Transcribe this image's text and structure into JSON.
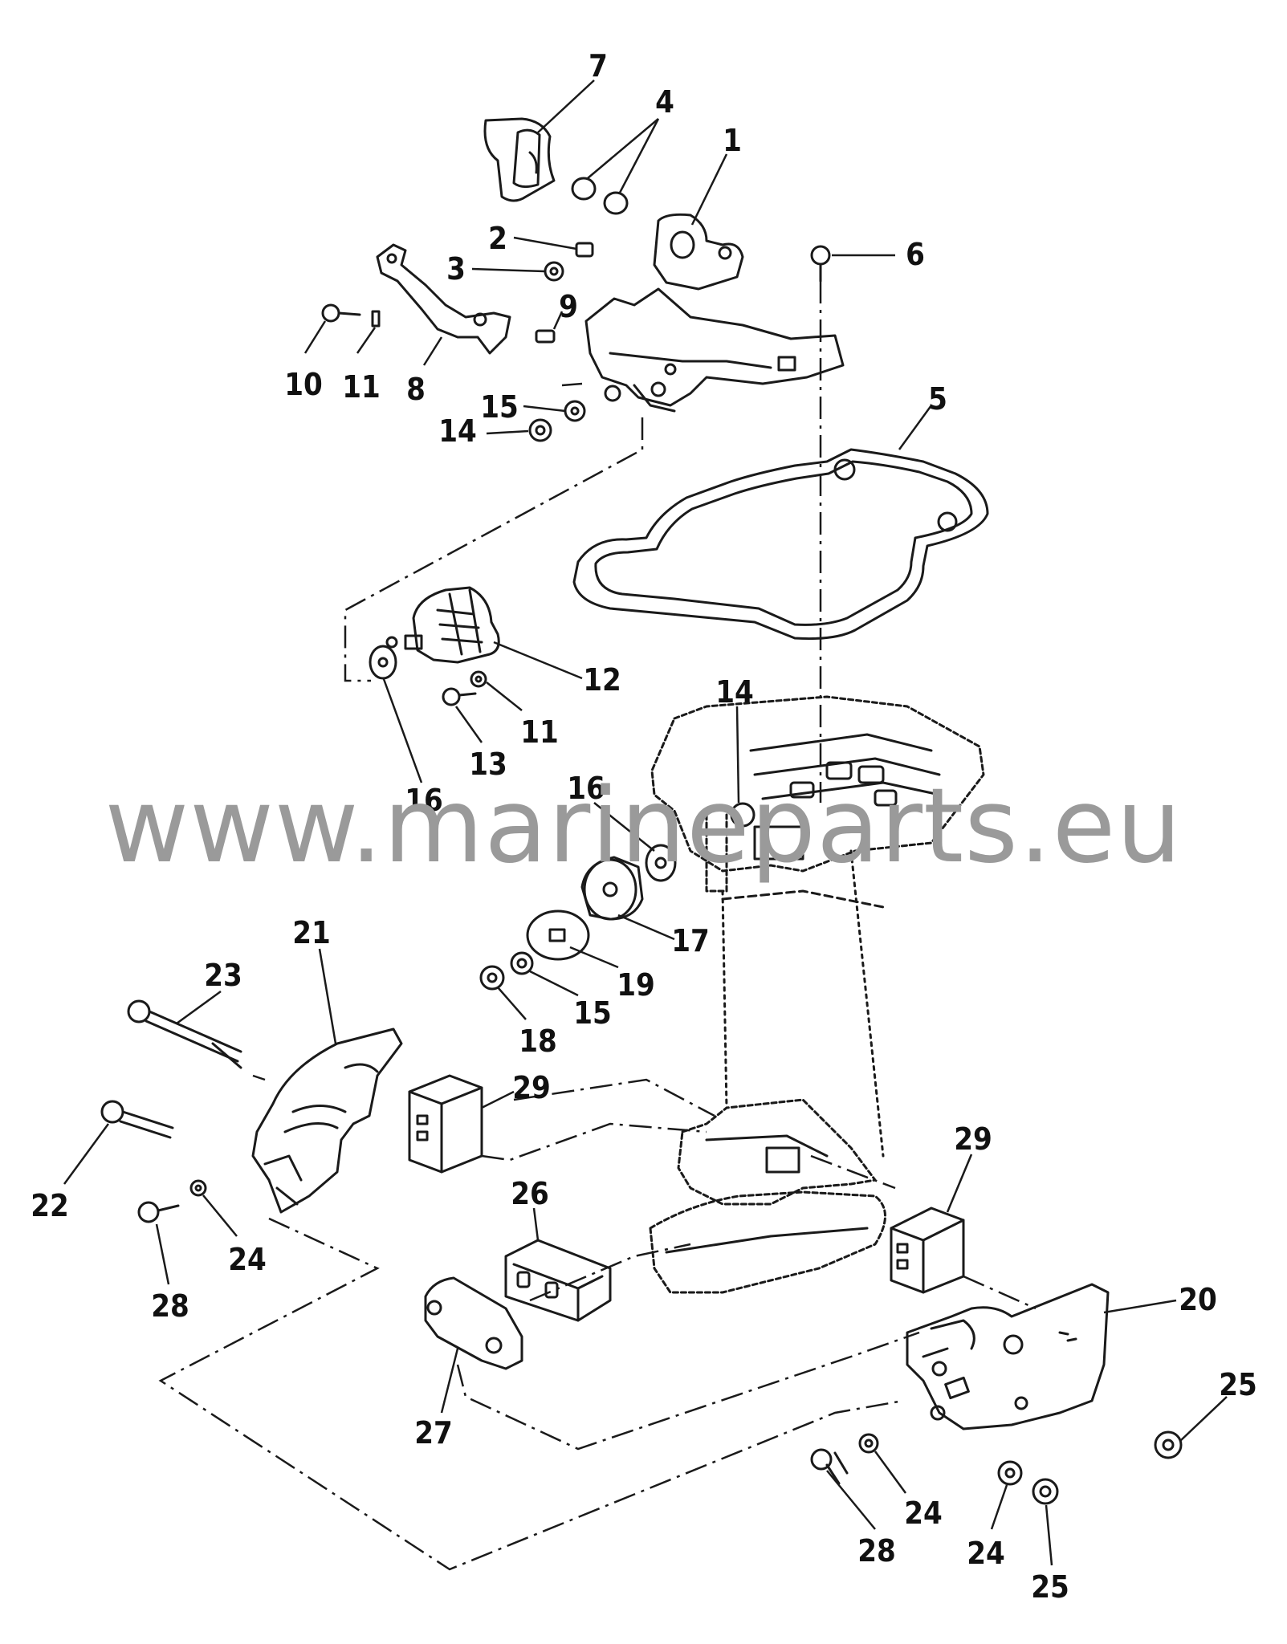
{
  "diagram": {
    "callouts": [
      {
        "id": "label-7",
        "text": "7"
      },
      {
        "id": "label-4",
        "text": "4"
      },
      {
        "id": "label-1",
        "text": "1"
      },
      {
        "id": "label-2",
        "text": "2"
      },
      {
        "id": "label-3",
        "text": "3"
      },
      {
        "id": "label-6",
        "text": "6"
      },
      {
        "id": "label-9",
        "text": "9"
      },
      {
        "id": "label-10",
        "text": "10"
      },
      {
        "id": "label-11a",
        "text": "11"
      },
      {
        "id": "label-8",
        "text": "8"
      },
      {
        "id": "label-15a",
        "text": "15"
      },
      {
        "id": "label-14a",
        "text": "14"
      },
      {
        "id": "label-5",
        "text": "5"
      },
      {
        "id": "label-12",
        "text": "12"
      },
      {
        "id": "label-11b",
        "text": "11"
      },
      {
        "id": "label-13",
        "text": "13"
      },
      {
        "id": "label-16a",
        "text": "16"
      },
      {
        "id": "label-14b",
        "text": "14"
      },
      {
        "id": "label-16b",
        "text": "16"
      },
      {
        "id": "label-17",
        "text": "17"
      },
      {
        "id": "label-19",
        "text": "19"
      },
      {
        "id": "label-15b",
        "text": "15"
      },
      {
        "id": "label-18",
        "text": "18"
      },
      {
        "id": "label-21",
        "text": "21"
      },
      {
        "id": "label-23",
        "text": "23"
      },
      {
        "id": "label-29a",
        "text": "29"
      },
      {
        "id": "label-22",
        "text": "22"
      },
      {
        "id": "label-24a",
        "text": "24"
      },
      {
        "id": "label-28a",
        "text": "28"
      },
      {
        "id": "label-26",
        "text": "26"
      },
      {
        "id": "label-29b",
        "text": "29"
      },
      {
        "id": "label-20",
        "text": "20"
      },
      {
        "id": "label-27",
        "text": "27"
      },
      {
        "id": "label-25a",
        "text": "25"
      },
      {
        "id": "label-24b",
        "text": "24"
      },
      {
        "id": "label-28b",
        "text": "28"
      },
      {
        "id": "label-24c",
        "text": "24"
      },
      {
        "id": "label-25b",
        "text": "25"
      }
    ]
  },
  "watermark": {
    "text": "www.marineparts.eu"
  }
}
